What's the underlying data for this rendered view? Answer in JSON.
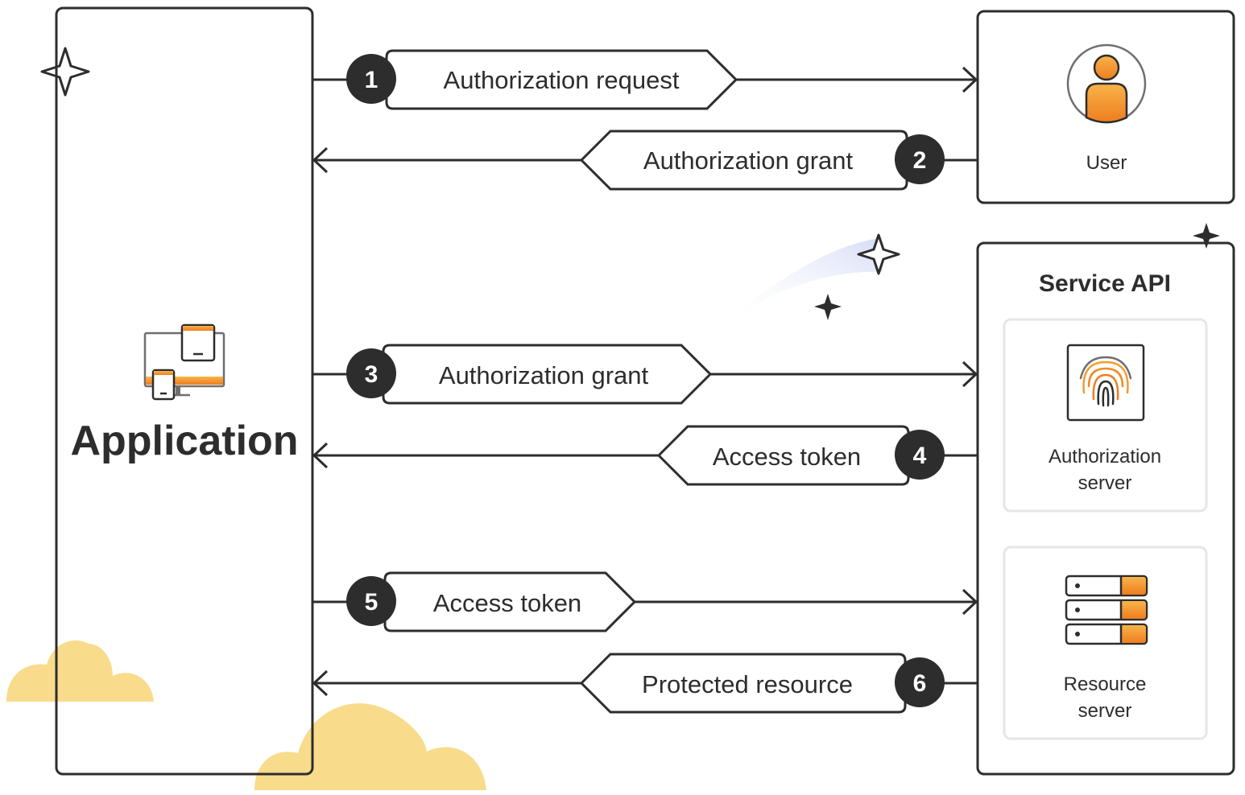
{
  "application": {
    "label": "Application"
  },
  "user": {
    "label": "User"
  },
  "service_api": {
    "title": "Service API",
    "authorization_server": {
      "line1": "Authorization",
      "line2": "server"
    },
    "resource_server": {
      "line1": "Resource",
      "line2": "server"
    }
  },
  "steps": [
    {
      "number": "1",
      "label": "Authorization request"
    },
    {
      "number": "2",
      "label": "Authorization grant"
    },
    {
      "number": "3",
      "label": "Authorization grant"
    },
    {
      "number": "4",
      "label": "Access token"
    },
    {
      "number": "5",
      "label": "Access token"
    },
    {
      "number": "6",
      "label": "Protected resource"
    }
  ],
  "colors": {
    "stroke": "#2d2d2d",
    "orange": "#f08a24",
    "orange_light": "#f7b44a",
    "cloud": "#f8dc8c",
    "comet": "#dfe4f7",
    "panel_border": "#e6e6e6"
  },
  "icons": {
    "application": "devices-icon",
    "user": "user-avatar-icon",
    "authorization_server": "fingerprint-icon",
    "resource_server": "server-stack-icon"
  }
}
